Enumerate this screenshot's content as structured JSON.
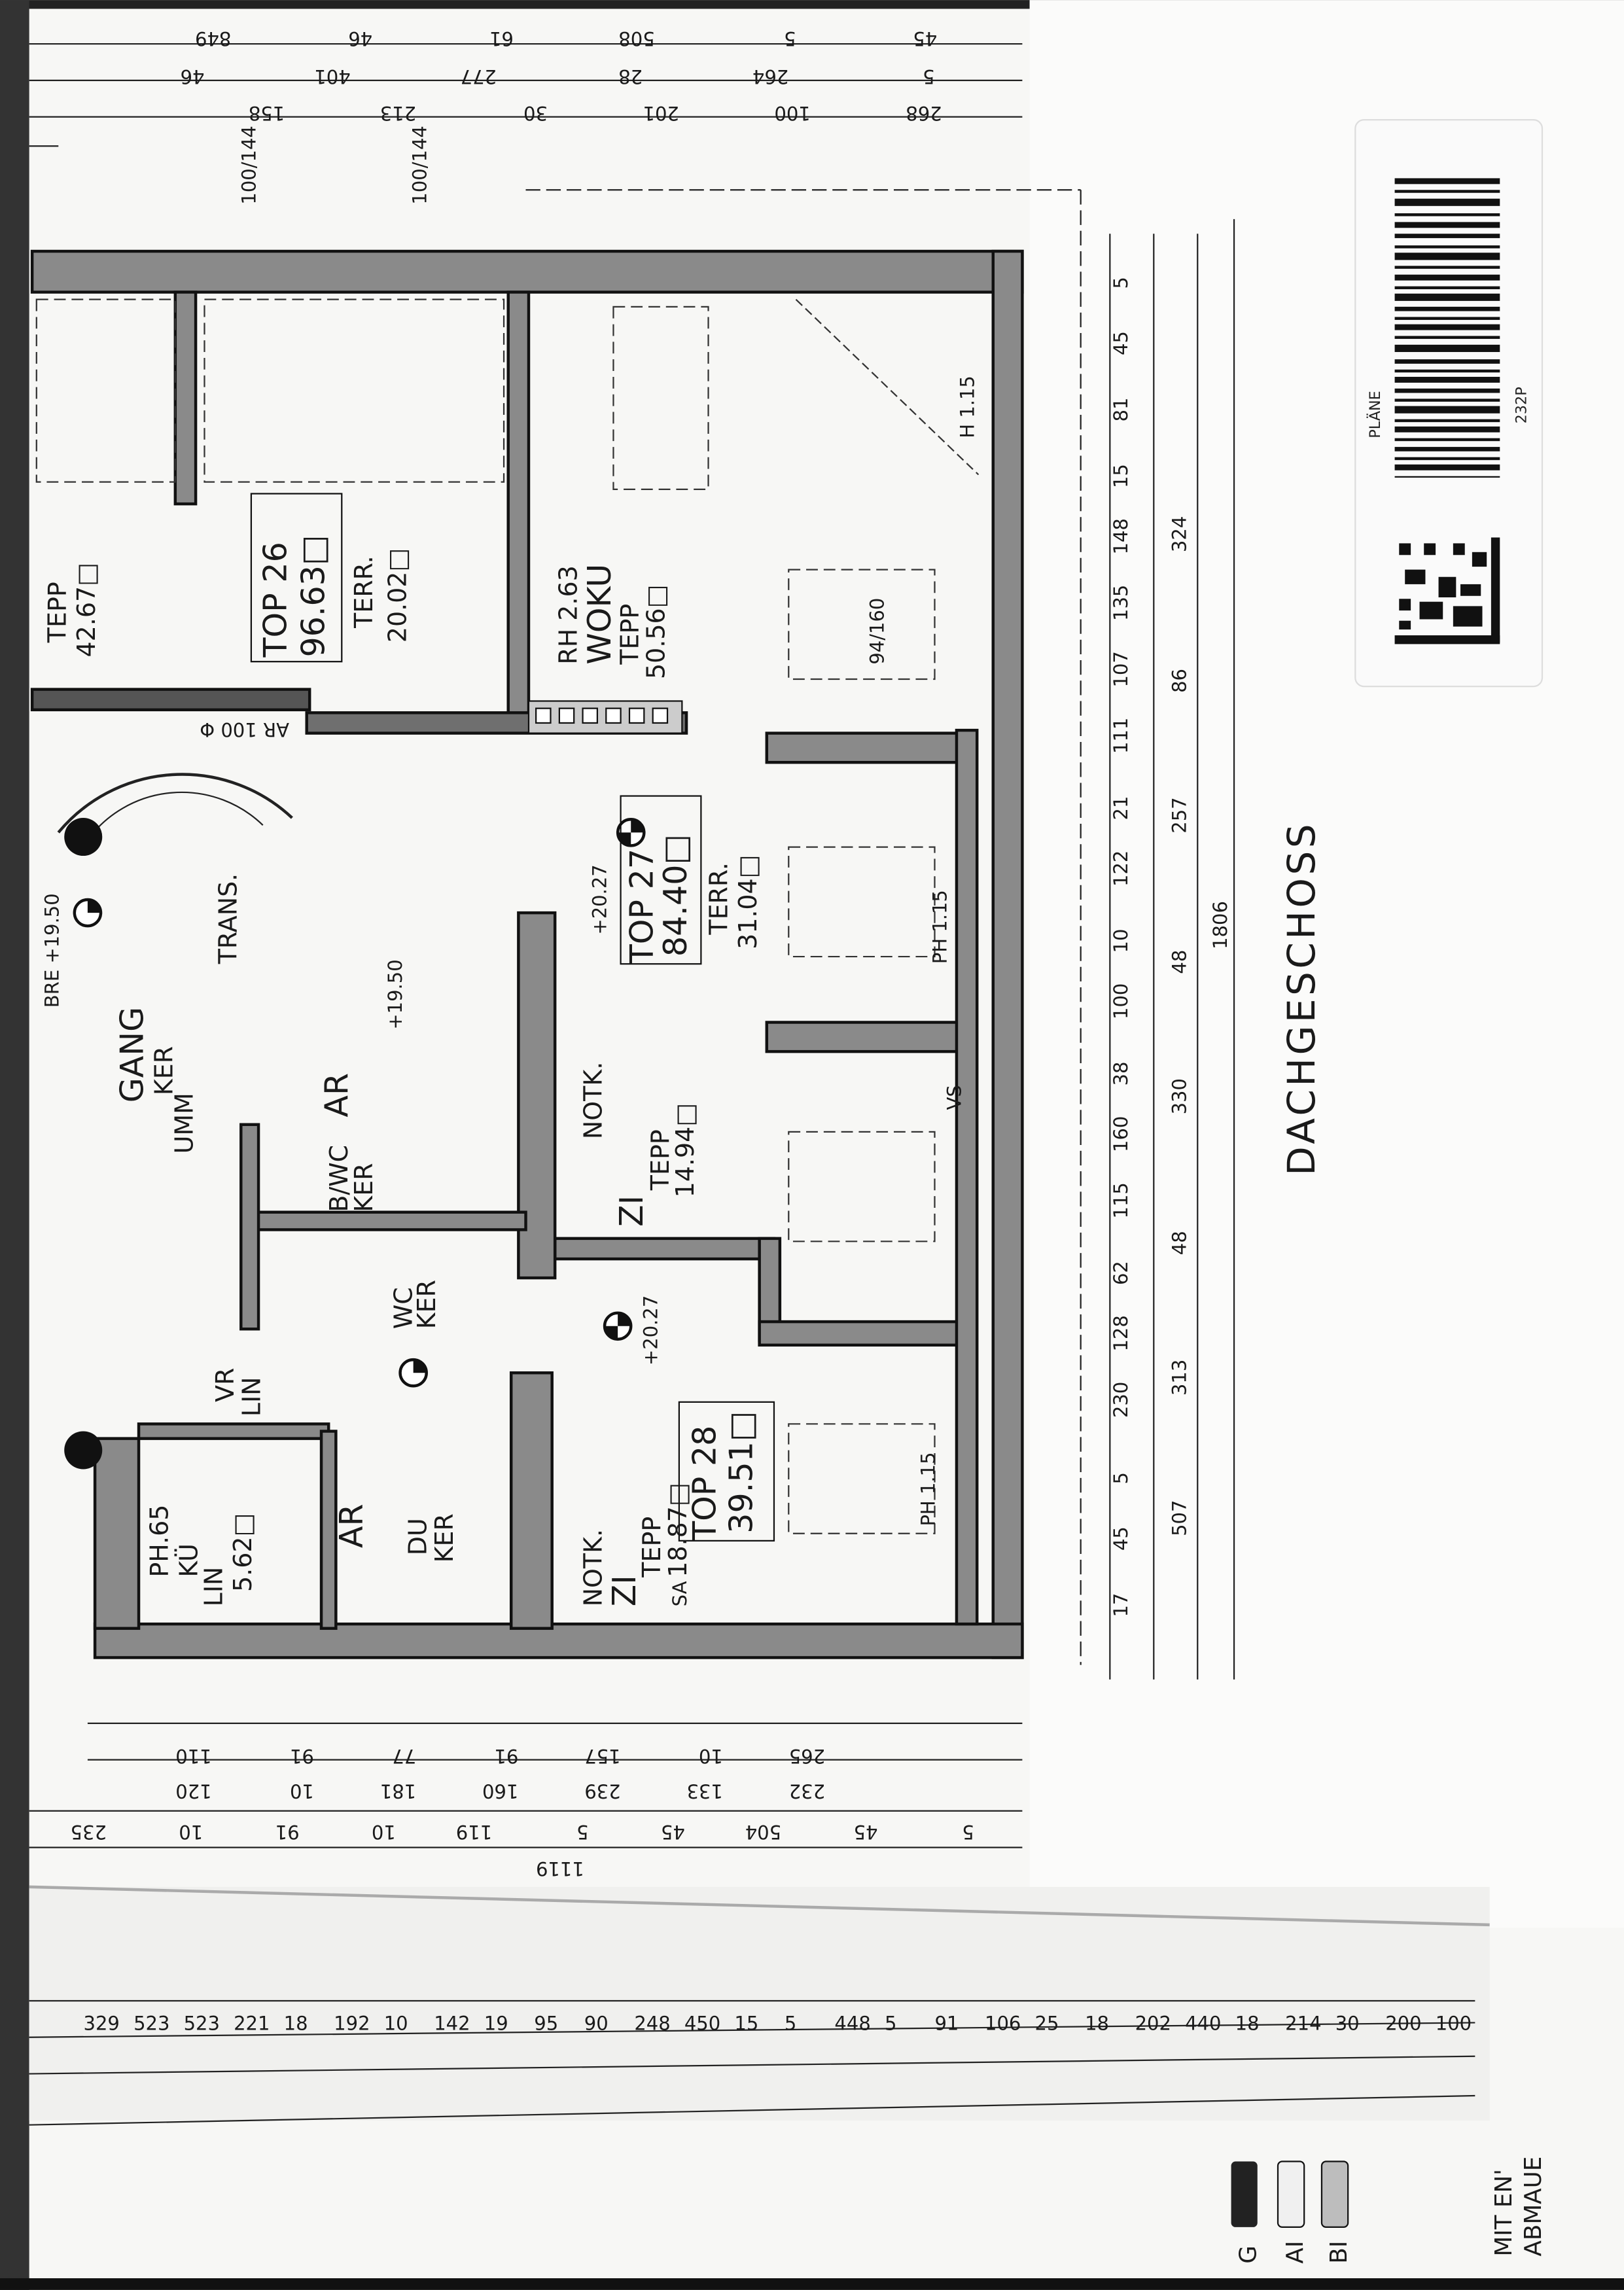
{
  "drawing": {
    "title": "DACHGESCHOSS"
  },
  "label_card": {
    "category": "PLÄNE",
    "code": "232P"
  },
  "legend": {
    "heading_1": "ABMAUE",
    "heading_2": "MIT EN'",
    "items": [
      {
        "key": "BI",
        "color": "#bdbdbd"
      },
      {
        "key": "AI",
        "color": "#f0f0f0"
      },
      {
        "key": "G",
        "color": "#222222"
      }
    ]
  },
  "rooms": {
    "top26": {
      "name": "TOP 26",
      "area": "96.63□",
      "terr": "TERR.",
      "terr_area": "20.02□"
    },
    "top27": {
      "name": "TOP 27",
      "area": "84.40□",
      "terr": "TERR.",
      "terr_area": "31.04□"
    },
    "top28": {
      "name": "TOP 28",
      "area": "39.51□"
    },
    "woku": {
      "height": "RH 2.63",
      "name": "WOKU",
      "floor": "TEPP",
      "area": "50.56□"
    },
    "zi1": {
      "name": "ZI",
      "floor": "TEPP",
      "area": "14.94□"
    },
    "zi2": {
      "name": "ZI",
      "floor": "TEPP",
      "area": "18.87□"
    },
    "wohn": {
      "floor": "TEPP",
      "area": "42.67□"
    },
    "gang": {
      "name": "GANG",
      "floor": "KER"
    },
    "umm": "UMM",
    "bwc": {
      "name": "B/WC",
      "floor": "KER"
    },
    "wc": {
      "name": "WC",
      "floor": "KER"
    },
    "ar1": "AR",
    "ar2": "AR",
    "du": {
      "name": "DU",
      "floor": "KER"
    },
    "ku": {
      "name": "KÜ",
      "floor": "LIN",
      "area": "5.62□",
      "ph": "PH.65"
    },
    "vr": {
      "name": "VR",
      "floor": "LIN"
    },
    "trans": "TRANS.",
    "notk1": "NOTK.",
    "notk2": "NOTK.",
    "ph1": "PH 1.15",
    "ph2": "PH 1.15",
    "h": "H 1.15",
    "vs": "VS",
    "sa": "SA",
    "window": "94/160",
    "stair": "AR 100 Φ",
    "bre": "BRE +19.50",
    "elev1": "+20.27",
    "elev2": "+20.27",
    "elev3": "+19.50"
  },
  "dimensions": {
    "top_row1": [
      "849",
      "46",
      "61",
      "508",
      "5",
      "45"
    ],
    "top_row2": [
      "46",
      "401",
      "277",
      "28",
      "264",
      "5"
    ],
    "top_row3": [
      "158",
      "213",
      "30",
      "201",
      "100",
      "268"
    ],
    "top_fracs": [
      "100/144",
      "100/144"
    ],
    "right_row1": [
      "17",
      "45",
      "5",
      "230",
      "128",
      "62",
      "115",
      "160",
      "38",
      "100",
      "10",
      "122",
      "21",
      "111",
      "107",
      "135",
      "148",
      "15",
      "81",
      "45",
      "5"
    ],
    "right_row2": [
      "507",
      "313",
      "48",
      "330",
      "48",
      "257",
      "86",
      "324"
    ],
    "right_total": "1806",
    "bottom_row1": [
      "110",
      "91",
      "77",
      "91",
      "157",
      "10",
      "265"
    ],
    "bottom_row2": [
      "120",
      "10",
      "181",
      "160",
      "239",
      "133",
      "232"
    ],
    "bottom_row3": [
      "235",
      "10",
      "91",
      "10",
      "119",
      "5",
      "45",
      "504",
      "45",
      "5"
    ],
    "bottom_total": "1119",
    "lower_sheet": [
      "329",
      "523",
      "523",
      "221",
      "18",
      "192",
      "10",
      "142",
      "19",
      "95",
      "90",
      "248",
      "450",
      "15",
      "5",
      "448",
      "5",
      "91",
      "106",
      "25",
      "18",
      "202",
      "440",
      "18",
      "214",
      "30",
      "200",
      "100"
    ]
  }
}
